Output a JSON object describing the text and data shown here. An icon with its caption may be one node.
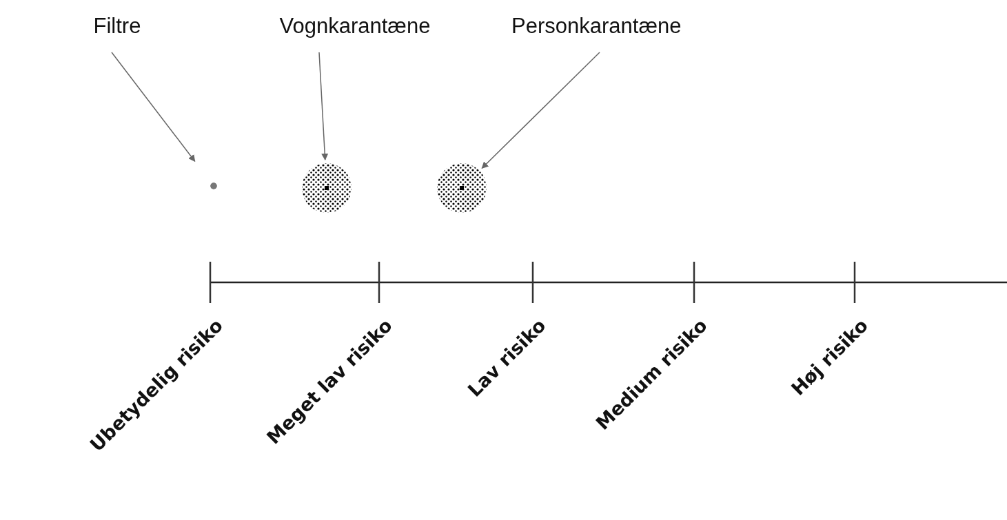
{
  "diagram": {
    "nodes": [
      {
        "text": [
          "Filtre"
        ]
      },
      {
        "text": [
          "Vognkarantæne"
        ]
      },
      {
        "text": [
          "Personkarantæne"
        ]
      },
      {
        "text": [],
        "shape": "circle"
      },
      {
        "text": [],
        "shape": "circle"
      },
      {
        "text": [],
        "shape": "circle"
      }
    ],
    "edges": [
      {
        "from": 0,
        "to": 3,
        "arrow": "to"
      },
      {
        "from": 1,
        "to": 4,
        "arrow": "to"
      },
      {
        "from": 2,
        "to": 5,
        "arrow": "to"
      }
    ],
    "labels": [
      "Ubetydelig risiko",
      "Meget lav risiko",
      "Lav risiko",
      "Medium risiko",
      "Høj risiko"
    ]
  }
}
